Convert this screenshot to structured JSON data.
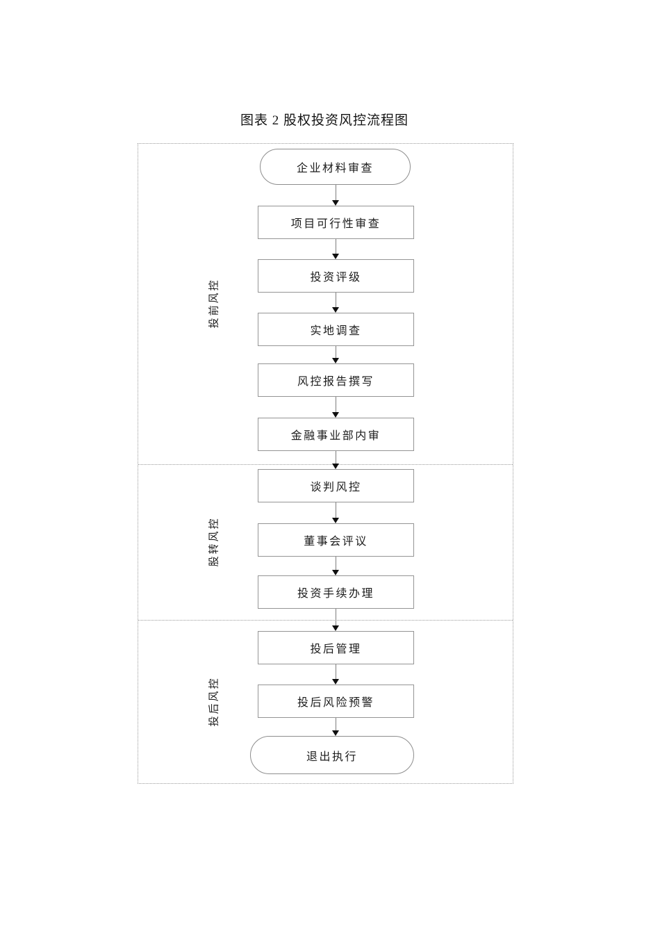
{
  "figure": {
    "title": "图表 2  股权投资风控流程图"
  },
  "flowchart": {
    "sections": [
      {
        "label": "投前风控"
      },
      {
        "label": "股转风控"
      },
      {
        "label": "投后风控"
      }
    ],
    "nodes": [
      {
        "label": "企业材料审查",
        "shape": "stadium"
      },
      {
        "label": "项目可行性审查",
        "shape": "rect"
      },
      {
        "label": "投资评级",
        "shape": "rect"
      },
      {
        "label": "实地调查",
        "shape": "rect"
      },
      {
        "label": "风控报告撰写",
        "shape": "rect"
      },
      {
        "label": "金融事业部内审",
        "shape": "rect"
      },
      {
        "label": "谈判风控",
        "shape": "rect"
      },
      {
        "label": "董事会评议",
        "shape": "rect"
      },
      {
        "label": "投资手续办理",
        "shape": "rect"
      },
      {
        "label": "投后管理",
        "shape": "rect"
      },
      {
        "label": "投后风险预警",
        "shape": "rect"
      },
      {
        "label": "退出执行",
        "shape": "stadium"
      }
    ],
    "colors": {
      "node_border": "#949494",
      "container_border": "#9a9a9a",
      "arrow_head": "#101010",
      "arrow_line": "#7d7d7d",
      "text": "#1b1b1b",
      "background": "#ffffff"
    }
  }
}
